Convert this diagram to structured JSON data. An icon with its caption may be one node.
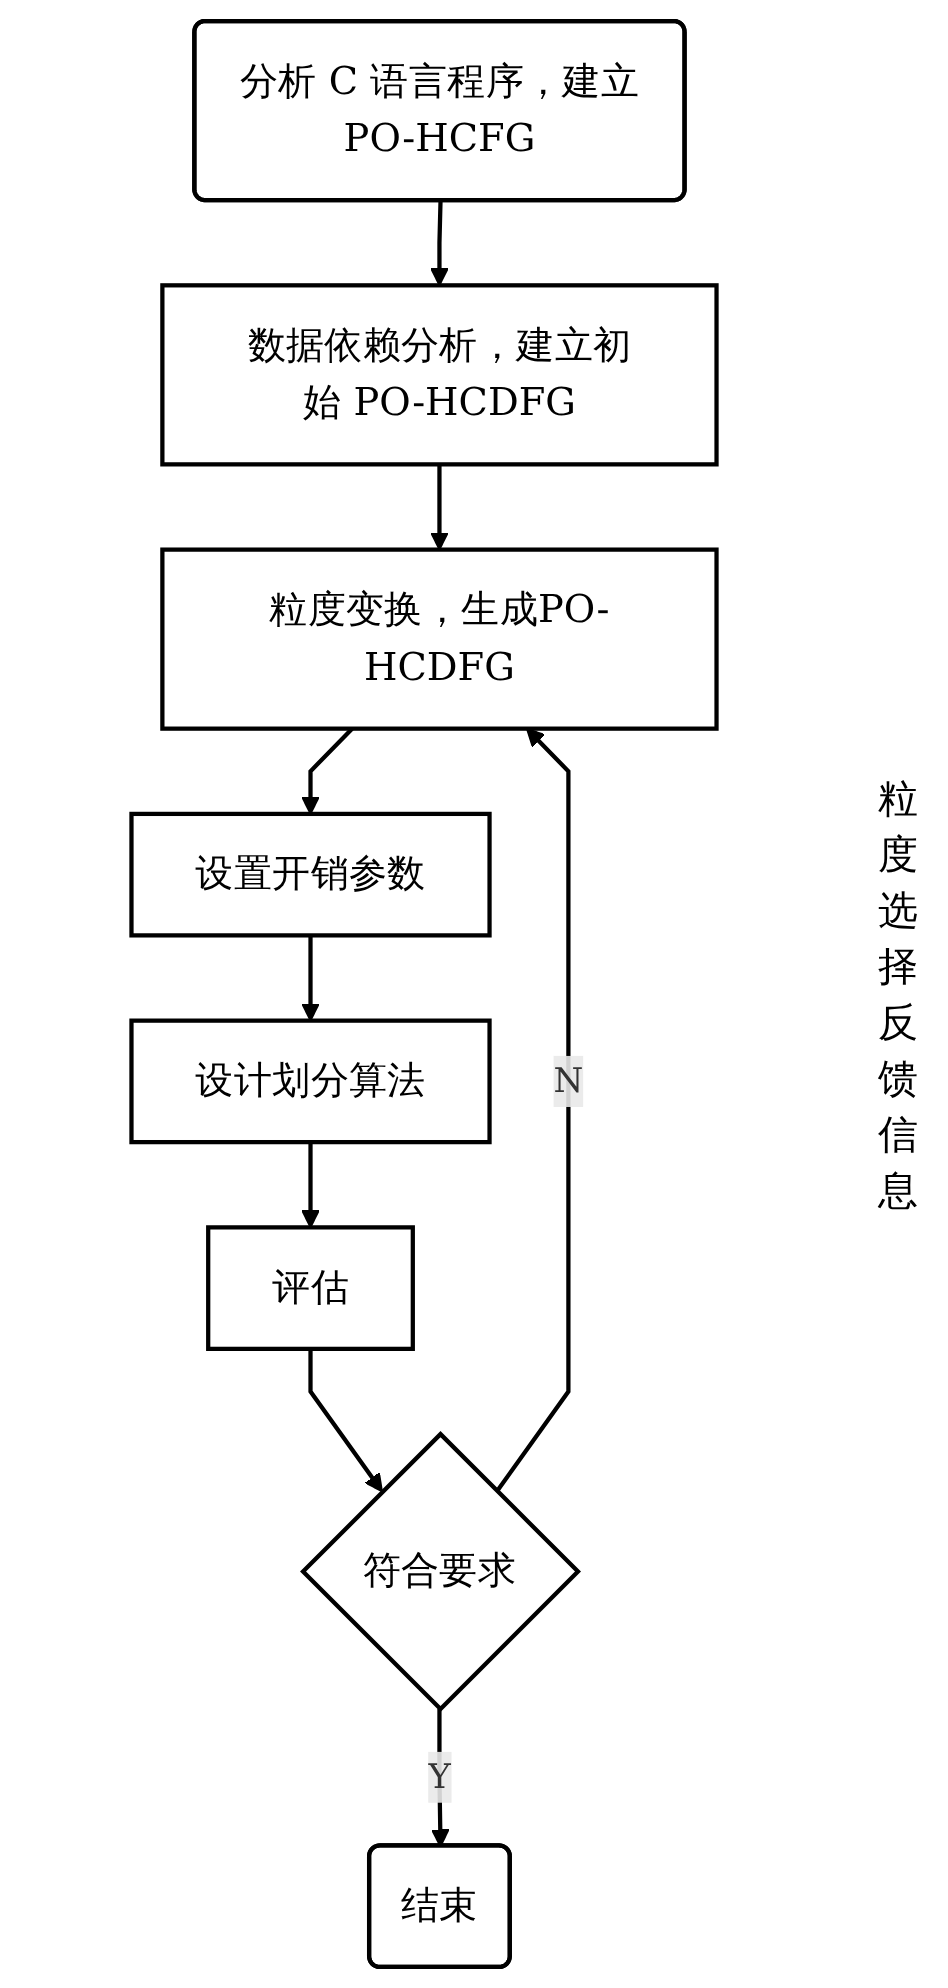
{
  "diagram": {
    "nodes": [
      {
        "text": [
          "分析 C 语言程序，建立PO-HCFG"
        ]
      },
      {
        "text": [
          "数据依赖分析，建立初始 PO-HCDFG"
        ]
      },
      {
        "text": [
          "粒度变换，生成PO-HCDFG"
        ]
      },
      {
        "text": [
          "设置开销参数"
        ]
      },
      {
        "text": [
          "设计划分算法"
        ]
      },
      {
        "text": [
          "评估"
        ]
      },
      {
        "text": [
          "符合要求"
        ]
      },
      {
        "text": [
          "结束"
        ]
      }
    ],
    "edges": [
      {
        "from": 0,
        "to": 1,
        "arrow": "to"
      },
      {
        "from": 1,
        "to": 2,
        "arrow": "to"
      },
      {
        "from": 2,
        "to": 3,
        "arrow": "to"
      },
      {
        "from": 3,
        "to": 4,
        "arrow": "to"
      },
      {
        "from": 4,
        "to": 5,
        "arrow": "to"
      },
      {
        "from": 5,
        "to": 6,
        "arrow": "to"
      },
      {
        "from": 6,
        "to": 2,
        "arrow": "to",
        "label": "N"
      },
      {
        "from": 6,
        "to": 7,
        "arrow": "to",
        "label": "Y"
      }
    ],
    "labels": [
      "粒度选择反馈信息"
    ]
  }
}
